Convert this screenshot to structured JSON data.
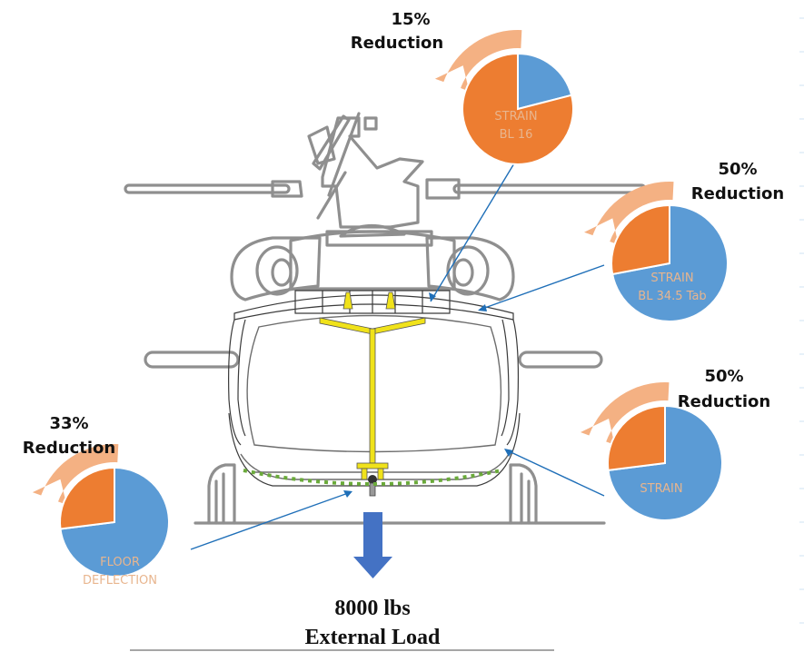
{
  "colors": {
    "reduced_before": "#ed7d31",
    "after": "#5b9bd5",
    "arrow": "#f4b183",
    "leader": "#1f6fb8",
    "load_arrow": "#4472c4",
    "floor_deflection_line": "#6aaa3a",
    "sling_yellow": "#f0e21a",
    "airframe": "#8f8f8f"
  },
  "callouts": [
    {
      "id": "strain-bl16",
      "reduction_percent": "15%",
      "reduction_word": "Reduction",
      "label_line1": "STRAIN",
      "label_line2": "BL 16",
      "orange_fraction": 0.79,
      "blue_fraction": 0.21
    },
    {
      "id": "strain-bl345-tab",
      "reduction_percent": "50%",
      "reduction_word": "Reduction",
      "label_line1": "STRAIN",
      "label_line2": "BL 34.5 Tab",
      "orange_fraction": 0.28,
      "blue_fraction": 0.72
    },
    {
      "id": "strain-lower",
      "reduction_percent": "50%",
      "reduction_word": "Reduction",
      "label_line1": "STRAIN",
      "label_line2": "",
      "orange_fraction": 0.27,
      "blue_fraction": 0.73
    },
    {
      "id": "floor-deflection",
      "reduction_percent": "33%",
      "reduction_word": "Reduction",
      "label_line1": "FLOOR",
      "label_line2": "DEFLECTION",
      "orange_fraction": 0.27,
      "blue_fraction": 0.73
    }
  ],
  "load": {
    "line1": "8000 lbs",
    "line2": "External Load"
  }
}
